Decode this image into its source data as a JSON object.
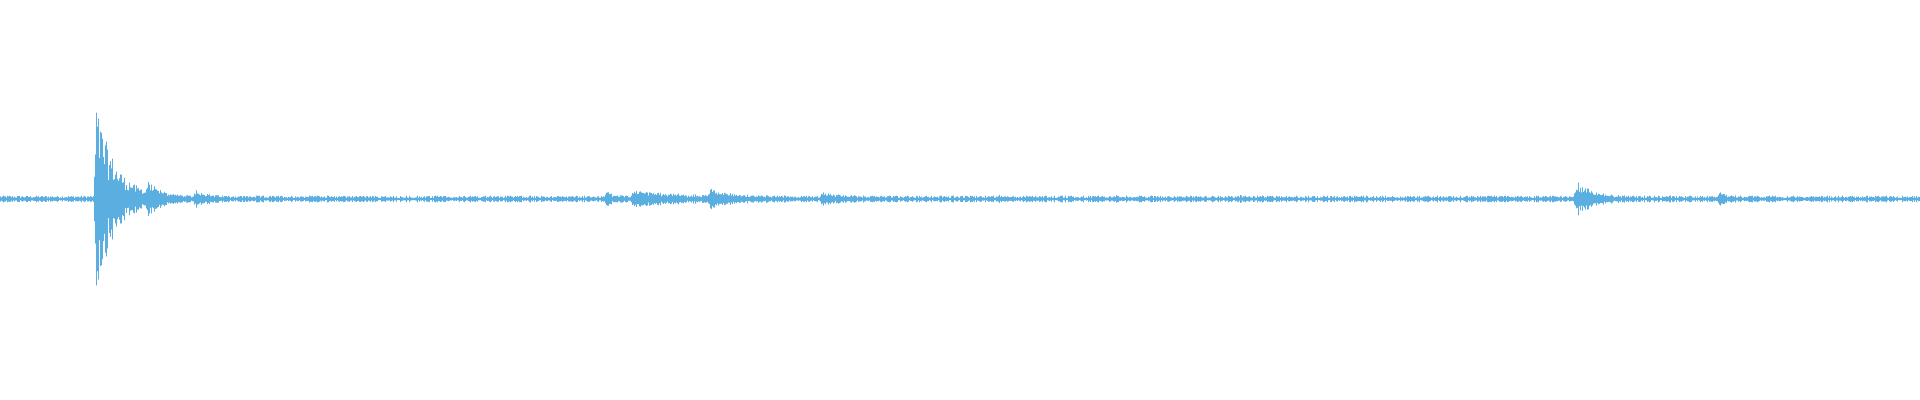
{
  "waveform": {
    "color": "#5aaee0",
    "background": "#ffffff",
    "baseline_noise": 0.012,
    "sample_rate_hint": "unlabeled",
    "events": [
      {
        "t": 0.05,
        "amp": 0.46,
        "decay": 0.01
      },
      {
        "t": 0.077,
        "amp": 0.05,
        "decay": 0.006
      },
      {
        "t": 0.102,
        "amp": 0.04,
        "decay": 0.004
      },
      {
        "t": 0.16,
        "amp": 0.01,
        "decay": 0.004
      },
      {
        "t": 0.316,
        "amp": 0.03,
        "decay": 0.003
      },
      {
        "t": 0.33,
        "amp": 0.035,
        "decay": 0.02
      },
      {
        "t": 0.37,
        "amp": 0.05,
        "decay": 0.008
      },
      {
        "t": 0.428,
        "amp": 0.022,
        "decay": 0.008
      },
      {
        "t": 0.52,
        "amp": 0.008,
        "decay": 0.004
      },
      {
        "t": 0.581,
        "amp": 0.006,
        "decay": 0.004
      },
      {
        "t": 0.646,
        "amp": 0.006,
        "decay": 0.004
      },
      {
        "t": 0.821,
        "amp": 0.09,
        "decay": 0.007
      },
      {
        "t": 0.895,
        "amp": 0.025,
        "decay": 0.004
      }
    ]
  }
}
